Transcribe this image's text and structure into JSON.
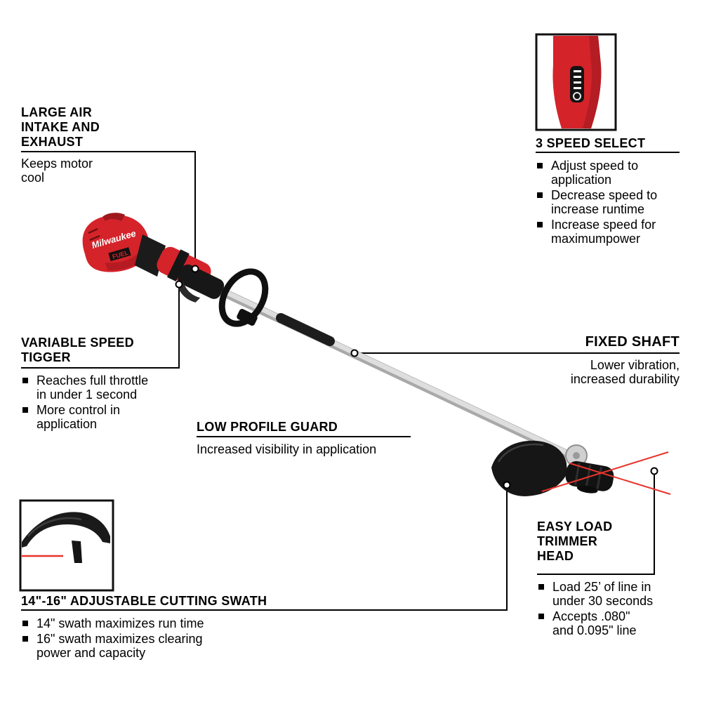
{
  "product": {
    "brand": "Milwaukee",
    "badge": "FUEL"
  },
  "colors": {
    "brand_red": "#d5232a",
    "string_red": "#e8352c",
    "line_black": "#000000"
  },
  "callouts": {
    "large_air": {
      "title": "LARGE AIR\nINTAKE AND\nEXHAUST",
      "body": "Keeps motor\ncool"
    },
    "speed_select": {
      "title": "3 SPEED SELECT",
      "bullets": [
        "Adjust speed to\napplication",
        "Decrease speed to\nincrease runtime",
        "Increase speed for\nmaximumpower"
      ]
    },
    "variable_speed": {
      "title": "VARIABLE SPEED\nTIGGER",
      "bullets": [
        "Reaches full throttle\nin under 1 second",
        "More control in\napplication"
      ]
    },
    "fixed_shaft": {
      "title": "FIXED SHAFT",
      "body": "Lower vibration,\nincreased durability"
    },
    "low_profile": {
      "title": "LOW PROFILE GUARD",
      "body": "Increased visibility in application"
    },
    "easy_load": {
      "title": "EASY LOAD\nTRIMMER\nHEAD",
      "bullets": [
        "Load 25’ of line in\nunder 30 seconds",
        "Accepts .080\"\nand 0.095\" line"
      ]
    },
    "cutting_swath": {
      "title": "14\"-16\" ADJUSTABLE CUTTING SWATH",
      "bullets": [
        "14\" swath maximizes run time",
        "16\" swath maximizes clearing\npower and capacity"
      ]
    }
  }
}
